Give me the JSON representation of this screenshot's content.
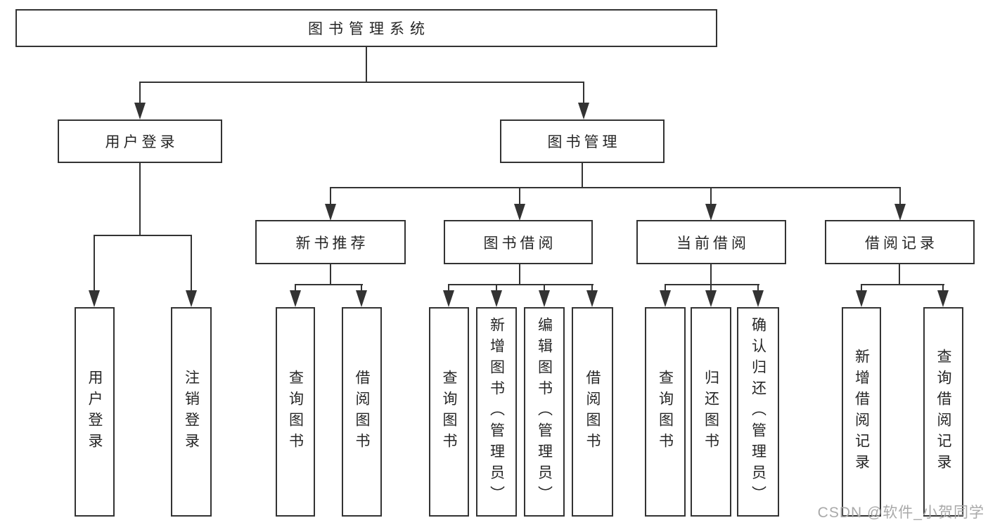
{
  "colors": {
    "line": "#333333",
    "text": "#262626",
    "background": "#ffffff",
    "box_fill": "#ffffff",
    "watermark": "#a9a9a9"
  },
  "watermark": "CSDN @软件_小贺同学",
  "tree": {
    "label": "图书管理系统",
    "children": [
      {
        "label": "用户登录",
        "leaves": [
          "用户登录",
          "注销登录"
        ]
      },
      {
        "label": "图书管理",
        "children": [
          {
            "label": "新书推荐",
            "leaves": [
              "查询图书",
              "借阅图书"
            ]
          },
          {
            "label": "图书借阅",
            "leaves": [
              "查询图书",
              "新增图书（管理员）",
              "编辑图书（管理员）",
              "借阅图书"
            ]
          },
          {
            "label": "当前借阅",
            "leaves": [
              "查询图书",
              "归还图书",
              "确认归还（管理员）"
            ]
          },
          {
            "label": "借阅记录",
            "leaves": [
              "新增借阅记录",
              "查询借阅记录"
            ]
          }
        ]
      }
    ]
  }
}
